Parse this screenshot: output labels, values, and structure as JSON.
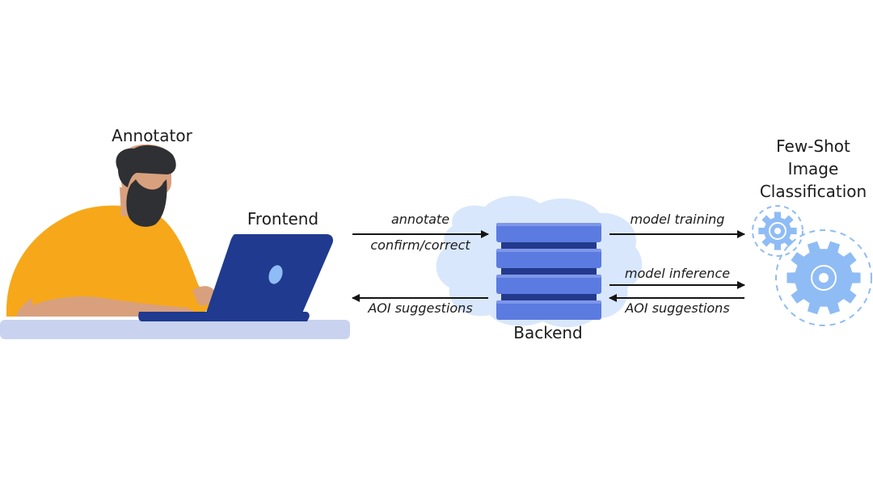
{
  "nodes": {
    "annotator": "Annotator",
    "frontend": "Frontend",
    "backend": "Backend",
    "few_shot": [
      "Few-Shot",
      "Image",
      "Classification"
    ]
  },
  "edges": {
    "annotate": "annotate",
    "confirm_correct": "confirm/correct",
    "aoi_suggestions_left": "AOI suggestions",
    "model_training": "model training",
    "model_inference": "model inference",
    "aoi_suggestions_right": "AOI suggestions"
  },
  "icons": {
    "annotator": "person-at-laptop-icon",
    "backend": "server-stack-icon",
    "few_shot": "gears-icon"
  },
  "colors": {
    "shirt": "#F6A81A",
    "skin": "#D9A07E",
    "hair": "#2E3033",
    "laptop": "#1F3A8F",
    "desk": "#C9D3F0",
    "server": "#5B7BE0",
    "cloud": "#D8E7FB",
    "gear": "#8FBCF5",
    "arrow": "#141414"
  }
}
